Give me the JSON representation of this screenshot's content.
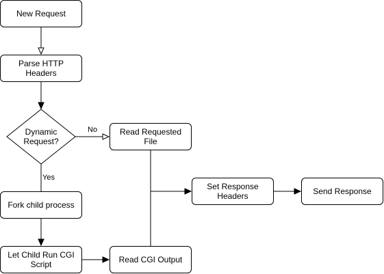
{
  "nodes": {
    "new_request": "New Request",
    "parse_headers": "Parse HTTP Headers",
    "dynamic_request": "Dynamic Request?",
    "read_file": "Read Requested File",
    "fork_child": "Fork child process",
    "run_cgi": "Let Child Run CGI Script",
    "read_cgi_output": "Read CGI Output",
    "set_headers": "Set Response Headers",
    "send_response": "Send Response"
  },
  "edge_labels": {
    "no": "No",
    "yes": "Yes"
  },
  "colors": {
    "stroke": "#000000",
    "fill": "#ffffff"
  }
}
